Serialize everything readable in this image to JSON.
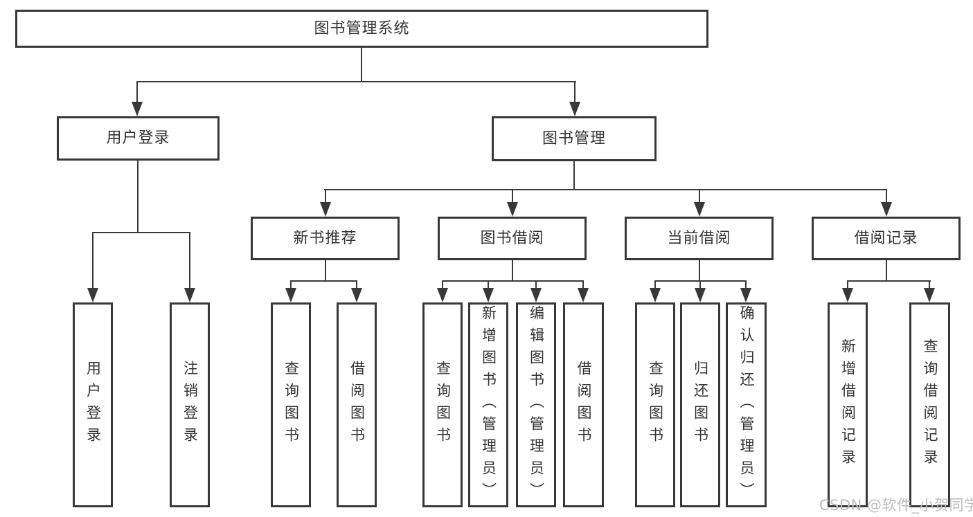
{
  "root": {
    "label": "图书管理系统"
  },
  "level2": [
    {
      "label": "用户登录",
      "children": [
        {
          "label": "用户登录"
        },
        {
          "label": "注销登录"
        }
      ]
    },
    {
      "label": "图书管理",
      "children": [
        {
          "label": "新书推荐",
          "children": [
            {
              "label": "查询图书"
            },
            {
              "label": "借阅图书"
            }
          ]
        },
        {
          "label": "图书借阅",
          "children": [
            {
              "label": "查询图书"
            },
            {
              "label": "新增图书（管理员）"
            },
            {
              "label": "编辑图书（管理员）"
            },
            {
              "label": "借阅图书"
            }
          ]
        },
        {
          "label": "当前借阅",
          "children": [
            {
              "label": "查询图书"
            },
            {
              "label": "归还图书"
            },
            {
              "label": "确认归还（管理员）"
            }
          ]
        },
        {
          "label": "借阅记录",
          "children": [
            {
              "label": "新增借阅记录"
            },
            {
              "label": "查询借阅记录"
            }
          ]
        }
      ]
    }
  ],
  "watermark": {
    "text": "CSDN @软件_小贺同学"
  },
  "colors": {
    "line": "#383838",
    "text": "#333333",
    "watermark": "#bdbdbd",
    "background": "#ffffff"
  }
}
